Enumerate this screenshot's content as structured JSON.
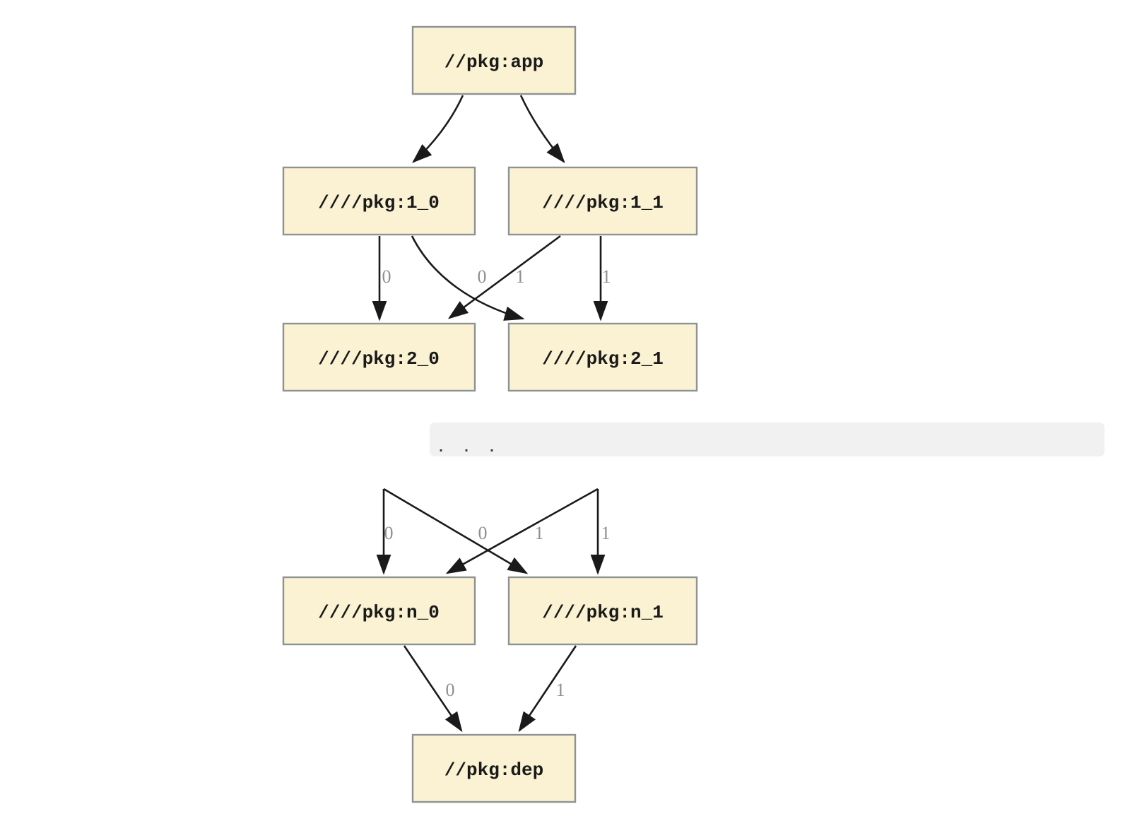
{
  "diagram": {
    "type": "dependency-graph",
    "nodes": {
      "app": {
        "label": "//pkg:app"
      },
      "pkg1_0": {
        "label": "////pkg:1_0"
      },
      "pkg1_1": {
        "label": "////pkg:1_1"
      },
      "pkg2_0": {
        "label": "////pkg:2_0"
      },
      "pkg2_1": {
        "label": "////pkg:2_1"
      },
      "pkgn_0": {
        "label": "////pkg:n_0"
      },
      "pkgn_1": {
        "label": "////pkg:n_1"
      },
      "dep": {
        "label": "//pkg:dep"
      }
    },
    "separator": {
      "text": ". . ."
    },
    "edge_labels": {
      "tier1": [
        "0",
        "0",
        "1",
        "1"
      ],
      "tier2": [
        "0",
        "0",
        "1",
        "1"
      ],
      "tier3": [
        "0",
        "1"
      ]
    },
    "edges": [
      {
        "from": "//pkg:app",
        "to": "////pkg:1_0"
      },
      {
        "from": "//pkg:app",
        "to": "////pkg:1_1"
      },
      {
        "from": "////pkg:1_0",
        "to": "////pkg:2_0",
        "label": "0"
      },
      {
        "from": "////pkg:1_0",
        "to": "////pkg:2_1",
        "label": "1"
      },
      {
        "from": "////pkg:1_1",
        "to": "////pkg:2_0",
        "label": "0"
      },
      {
        "from": "////pkg:1_1",
        "to": "////pkg:2_1",
        "label": "1"
      },
      {
        "from": "...",
        "to": "////pkg:n_0",
        "label": "0"
      },
      {
        "from": "...",
        "to": "////pkg:n_1",
        "label": "1"
      },
      {
        "from": "...",
        "to": "////pkg:n_0",
        "label": "0"
      },
      {
        "from": "...",
        "to": "////pkg:n_1",
        "label": "1"
      },
      {
        "from": "////pkg:n_0",
        "to": "//pkg:dep",
        "label": "0"
      },
      {
        "from": "////pkg:n_1",
        "to": "//pkg:dep",
        "label": "1"
      }
    ],
    "colors": {
      "node_fill": "#fbf2d4",
      "node_border": "#8d9392",
      "edge": "#1a1a1a",
      "edge_label": "#8f8f8f",
      "separator_bg": "#f1f1f1",
      "separator_text": "#333333",
      "background": "#ffffff"
    }
  }
}
